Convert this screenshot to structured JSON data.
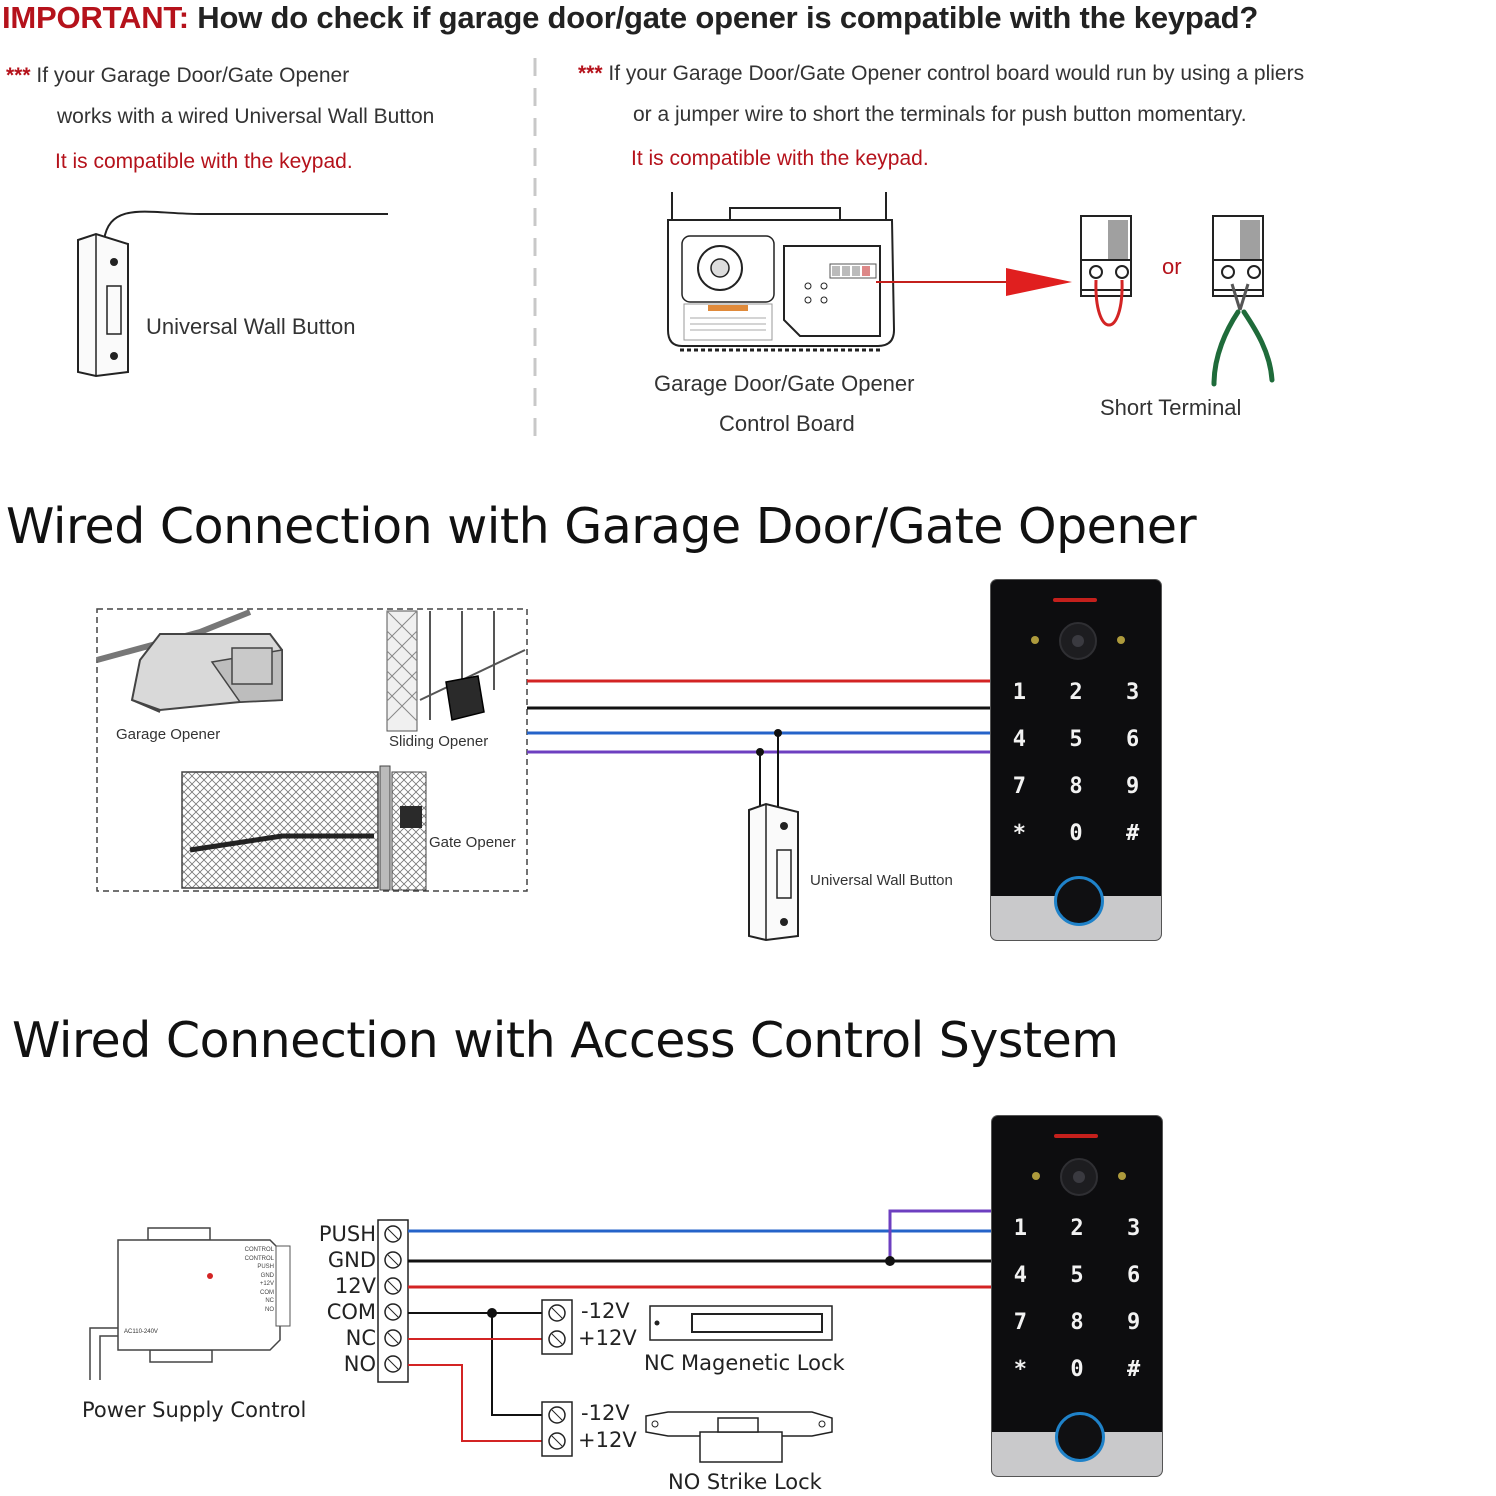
{
  "header": {
    "important": "IMPORTANT:",
    "question": "How do check if garage door/gate opener is compatible with the keypad?"
  },
  "check_left": {
    "stars": "***",
    "line1": "If your Garage Door/Gate Opener",
    "line2": "works with a wired Universal Wall Button",
    "compatible": "It is compatible with the keypad.",
    "button_label": "Universal Wall Button"
  },
  "check_right": {
    "stars": "***",
    "line1": "If your Garage Door/Gate Opener control board would run by using a pliers",
    "line2": "or a jumper wire to short the terminals for push button momentary.",
    "compatible": "It is compatible with the keypad.",
    "board_label_1": "Garage Door/Gate Opener",
    "board_label_2": "Control Board",
    "or_label": "or",
    "short_label": "Short Terminal"
  },
  "section_garage": {
    "title": "Wired Connection with Garage Door/Gate Opener",
    "garage_opener": "Garage Opener",
    "sliding_opener": "Sliding Opener",
    "gate_opener": "Gate Opener",
    "wall_button": "Universal Wall Button"
  },
  "section_access": {
    "title": "Wired Connection with Access Control System",
    "terminals": [
      "PUSH",
      "GND",
      "12V",
      "COM",
      "NC",
      "NO"
    ],
    "psu_label": "Power Supply Control",
    "psu_side_labels": [
      "CONTROL",
      "CONTROL",
      "PUSH",
      "GND",
      "+12V",
      "COM",
      "NC",
      "NO"
    ],
    "psu_input": "AC110-240V",
    "maglock_minus": "-12V",
    "maglock_plus": "+12V",
    "maglock_label": "NC Magenetic Lock",
    "strike_minus": "-12V",
    "strike_plus": "+12V",
    "strike_label": "NO Strike Lock"
  },
  "keypad": {
    "keys": [
      "1",
      "2",
      "3",
      "4",
      "5",
      "6",
      "7",
      "8",
      "9",
      "*",
      "0",
      "#"
    ]
  },
  "colors": {
    "accent_red": "#b5121b",
    "wire_red": "#d32424",
    "wire_black": "#111111",
    "wire_blue": "#2563c9",
    "wire_purple": "#6d3fc0",
    "fingerprint_ring": "#1f82c9"
  }
}
